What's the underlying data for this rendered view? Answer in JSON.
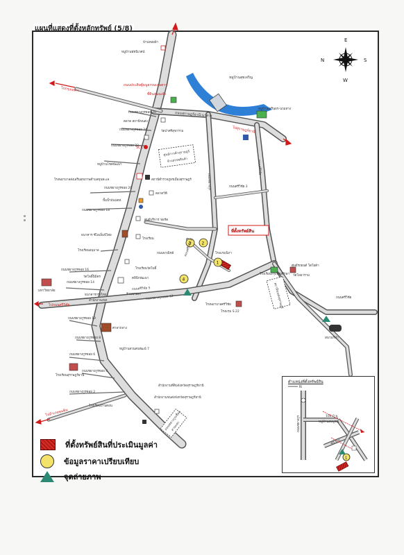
{
  "title": "แผนที่แสดงที่ตั้งหลักทรัพย์ (5/8)",
  "compass": {
    "n": "N",
    "s": "S",
    "e": "E",
    "w": "W"
  },
  "labels": {
    "village_top": "บ้านหล่อฝ้า",
    "village_sukhumvit": "หมู่บ้านพัชนิเวศน์",
    "red_pres": "ถนนประดิษฐ์มนูธรรมเกษตรฯ",
    "sign_red": "ที่ดินถนนเจ้า",
    "to_bangkok": "ไปกรุงเทพฯ",
    "village_green": "หมู่บ้านสุขเจริญ",
    "village_right": "หมู่บ้านเสรินธร-นวมทาง",
    "main_rd": "ถนนสุราษฎร์ธานี-นาสาร",
    "to_right": "ไปสุราษฎร์ธานี",
    "soi26": "ถนนชยางกูรซอย 26",
    "market": "ตลาด สถานีขนส่ง",
    "soi24": "ถนนชยางกูรซอย 24",
    "temple": "วัดป่าศรีสุขาราม",
    "scc": "SCC",
    "soi22": "ถนนชยางกูรซอย 22",
    "village_left": "หมู่บ้านโชคพัฒนา",
    "box_center": "ศูนย์การค้าสุราษฎร์",
    "box_center2": "ห้างสรรพสินค้า",
    "hospital": "โรงพยาบาลส่งเสริมสุขภาพตำบลขุนทะเล",
    "police": "สถานีตำรวจภูธรเมืองสุราษฎร์",
    "soi20": "ถนนชยางกูรซอย 20",
    "post": "ตลาดวีฟี",
    "gas": "ปั๊มน้ำมันปตท.",
    "soi18": "ถนนชยางกูรซอย 18",
    "ford": "ศูนย์บริการ ฟอร์ด",
    "bank": "ธนาคาร ซีไอเอ็มบีไทย",
    "school_a": "โรงเรียน",
    "soi_x": "ถนนพาณิชย์",
    "subject": "ที่ตั้งทรัพย์สิน",
    "kindergarten": "โรงเรียนอนุบาล",
    "soi16": "ถนนชยางกูรซอย 16",
    "school_b": "โรงเรียนวัดโพธิ์",
    "hotel": "โรงแรมนิภา",
    "clinic": "คลินิกพัฒนา",
    "temple2": "วัดโพธิ์นิมิตร",
    "pharmacy": "ร้านขายยา",
    "office": "สำนักงานเขต",
    "soi14": "ถนนชยางกูรซอย 14",
    "bank2": "ธนาคารกรุงไทย",
    "university": "มหาวิทยาลัย",
    "road_right": "ถนนศรีวิชัย 5",
    "to_left_big": "ไปถนนศรีวิชัย",
    "soi12": "ถนนชยางกูรซอย 12",
    "school_c": "โรงเรียนกรุงไทยศึกษา",
    "soi_e": "ถนนศรีวิชัย 3",
    "box_side": "สถานีขนส่งสุราษฎร์",
    "road_sri": "ถนนศรีวิชัย",
    "school_d": "โรงเรียนเทศบาล",
    "hosp2": "โรงพยาบาลศรีวิชัย",
    "hotel2": "โรงแรม S.22",
    "toyota": "ศูนย์รถยนต์ โตโยต้า",
    "temple3": "วัดโพธาราม",
    "stadium": "สนามกีฬา",
    "soi10": "ถนนชยางกูรซอย 10",
    "soi8": "ถนนชยางกูรซอย 8",
    "gov": "ศาลากลาง",
    "soi6": "ถนนชยางกูรซอย 6",
    "village7": "หมู่บ้านสวนสนพัฒน์ 7",
    "soi4": "ถนนชยางกูรซอย 4",
    "school_e": "โรงเรียนสุราษฎร์ธานี",
    "to_left_low": "ไปอำเภอพุนพิน",
    "to_left_low2": "ถนนชยางกูรซอย 2",
    "school_f": "โรงเรียนบ้านดอน",
    "office2": "สำนักงานที่ดินจังหวัดสุราษฎร์ธานี",
    "office3": "สำนักงานขนส่งจังหวัดสุราษฎร์ธานี",
    "box_bottom": "ถนนชยางกูรเชื่อม",
    "box_bottom2": "สามแยก",
    "vertical_rd": "ถนนชยางกูร",
    "vertical_rd2": "ถนนศรีวิชัย"
  },
  "markers": {
    "m1": "1",
    "m2": "2",
    "m3": "3",
    "m4": "4"
  },
  "legend": [
    {
      "text": "ที่ตั้งทรัพย์สินที่ประเมินมูลค่า",
      "icon": "red-hatched-square"
    },
    {
      "text": "ข้อมูลราคาเปรียบเทียบ",
      "icon": "yellow-circle"
    },
    {
      "text": "จุดถ่ายภาพ",
      "icon": "green-triangle"
    }
  ],
  "inset": {
    "title": "ตำแหน่งที่ตั้งทรัพย์สิน",
    "north": "N",
    "road_v": "ถนนชยางกูร",
    "dist": "100.0 ม.",
    "road_h": "หมู่บ้านสมบูรณ์",
    "dist2": "40.0 ม.",
    "marker": "1"
  },
  "colors": {
    "road": "#d8d8d8",
    "road_edge": "#555555",
    "river": "#2e7fd6",
    "red": "#d21a1a",
    "yellow": "#f3e36b",
    "green": "#2c8a74"
  }
}
